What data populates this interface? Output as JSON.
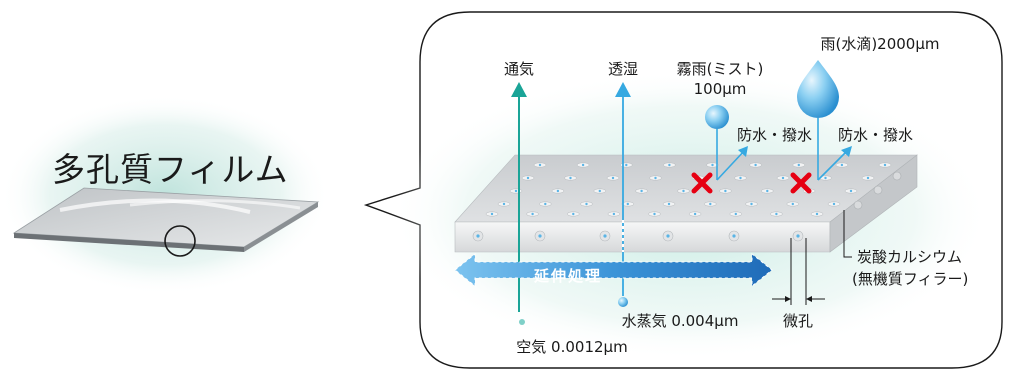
{
  "film": {
    "title": "多孔質フィルム"
  },
  "labels": {
    "ventilation": "通気",
    "moisture_permeation": "透湿",
    "mist_title": "霧雨(ミスト)",
    "mist_size": "100μm",
    "rain": "雨(水滴)2000μm",
    "waterproof_1": "防水・撥水",
    "waterproof_2": "防水・撥水",
    "stretch": "延伸処理",
    "calcium_carbonate": "炭酸カルシウム",
    "filler": "(無機質フィラー)",
    "micropore": "微孔",
    "water_vapor": "水蒸気 0.004μm",
    "air": "空気 0.0012μm"
  },
  "colors": {
    "ventilation_arrow": "#1aa497",
    "moisture_arrow": "#36a9e1",
    "stretch_arrow": "#2a7fc8",
    "block_marker": "#e60012",
    "film_glow": "#bfe3dc"
  }
}
